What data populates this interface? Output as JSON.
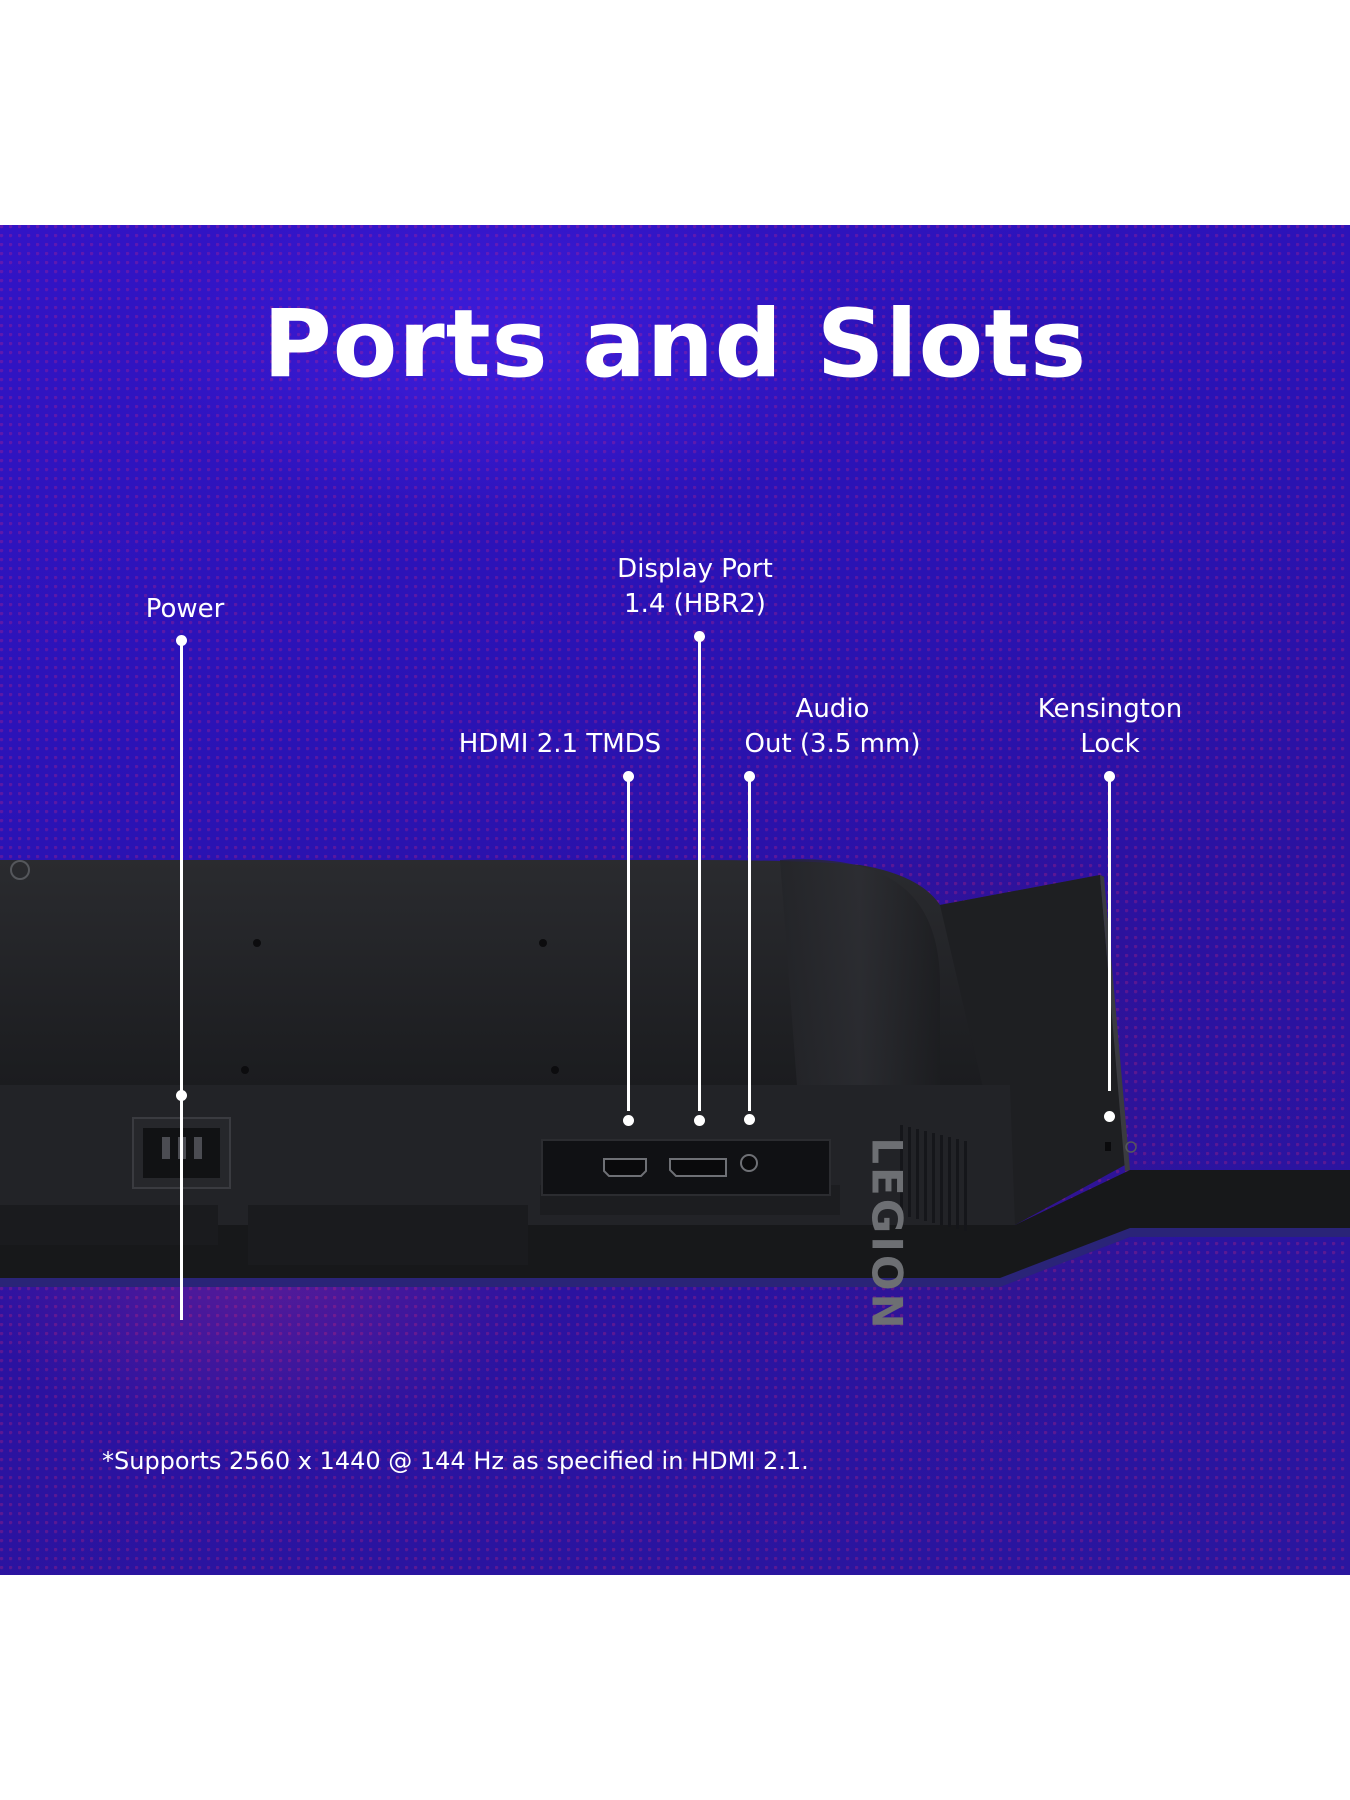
{
  "title": "Ports and Slots",
  "brand_logo": "LEGION",
  "labels": {
    "power": "Power",
    "displayport_line1": "Display Port",
    "displayport_line2": "1.4 (HBR2)",
    "hdmi": "HDMI 2.1 TMDS",
    "audio_line1": "Audio",
    "audio_line2": "Out (3.5 mm)",
    "kensington_line1": "Kensington",
    "kensington_line2": "Lock"
  },
  "footnote": "*Supports 2560 x 1440 @ 144 Hz as specified in HDMI 2.1.",
  "colors": {
    "background": "#2b12a8",
    "text": "#ffffff",
    "monitor": "#1f2023"
  }
}
